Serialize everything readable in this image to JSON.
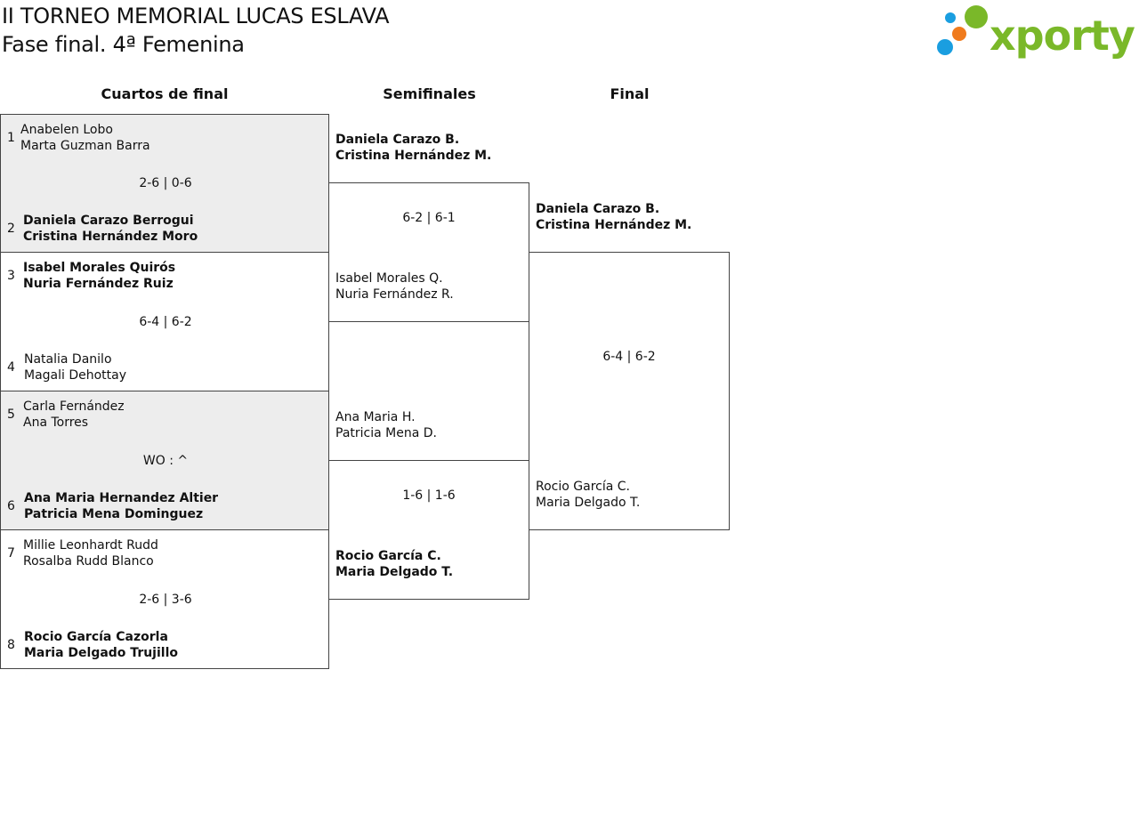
{
  "header": {
    "title": "II TORNEO MEMORIAL LUCAS ESLAVA",
    "subtitle": "Fase final. 4ª Femenina",
    "logo_text": "xporty"
  },
  "columns": {
    "quarters": "Cuartos de final",
    "semis": "Semifinales",
    "final": "Final"
  },
  "quarters": [
    {
      "score": "2-6 | 0-6",
      "top": {
        "seed": "1",
        "p1": "Anabelen Lobo",
        "p2": "Marta Guzman Barra"
      },
      "bottom": {
        "seed": "2",
        "p1": "Daniela Carazo Berrogui",
        "p2": "Cristina Hernández Moro"
      }
    },
    {
      "score": "6-4 | 6-2",
      "top": {
        "seed": "3",
        "p1": "Isabel Morales Quirós",
        "p2": "Nuria Fernández Ruiz"
      },
      "bottom": {
        "seed": "4",
        "p1": "Natalia Danilo",
        "p2": "Magali Dehottay"
      }
    },
    {
      "score": "WO : ^",
      "top": {
        "seed": "5",
        "p1": "Carla Fernández",
        "p2": "Ana Torres"
      },
      "bottom": {
        "seed": "6",
        "p1": "Ana Maria Hernandez Altier",
        "p2": "Patricia Mena Dominguez"
      }
    },
    {
      "score": "2-6 | 3-6",
      "top": {
        "seed": "7",
        "p1": "Millie Leonhardt Rudd",
        "p2": "Rosalba Rudd Blanco"
      },
      "bottom": {
        "seed": "8",
        "p1": "Rocio García Cazorla",
        "p2": "Maria Delgado Trujillo"
      }
    }
  ],
  "semis": [
    {
      "score": "6-2 | 6-1",
      "top": {
        "p1": "Daniela Carazo B.",
        "p2": "Cristina Hernández M."
      },
      "bottom": {
        "p1": "Isabel Morales Q.",
        "p2": "Nuria Fernández R."
      }
    },
    {
      "score": "1-6 | 1-6",
      "top": {
        "p1": "Ana Maria H.",
        "p2": "Patricia Mena D."
      },
      "bottom": {
        "p1": "Rocio García C.",
        "p2": "Maria Delgado T."
      }
    }
  ],
  "final": {
    "score": "6-4 | 6-2",
    "top": {
      "p1": "Daniela Carazo B.",
      "p2": "Cristina Hernández M."
    },
    "bottom": {
      "p1": "Rocio García C.",
      "p2": "Maria Delgado T."
    }
  },
  "colors": {
    "logo_green": "#7ab829",
    "logo_orange": "#f07b1d",
    "logo_blue": "#1a9ee0",
    "shade": "#ededed"
  }
}
